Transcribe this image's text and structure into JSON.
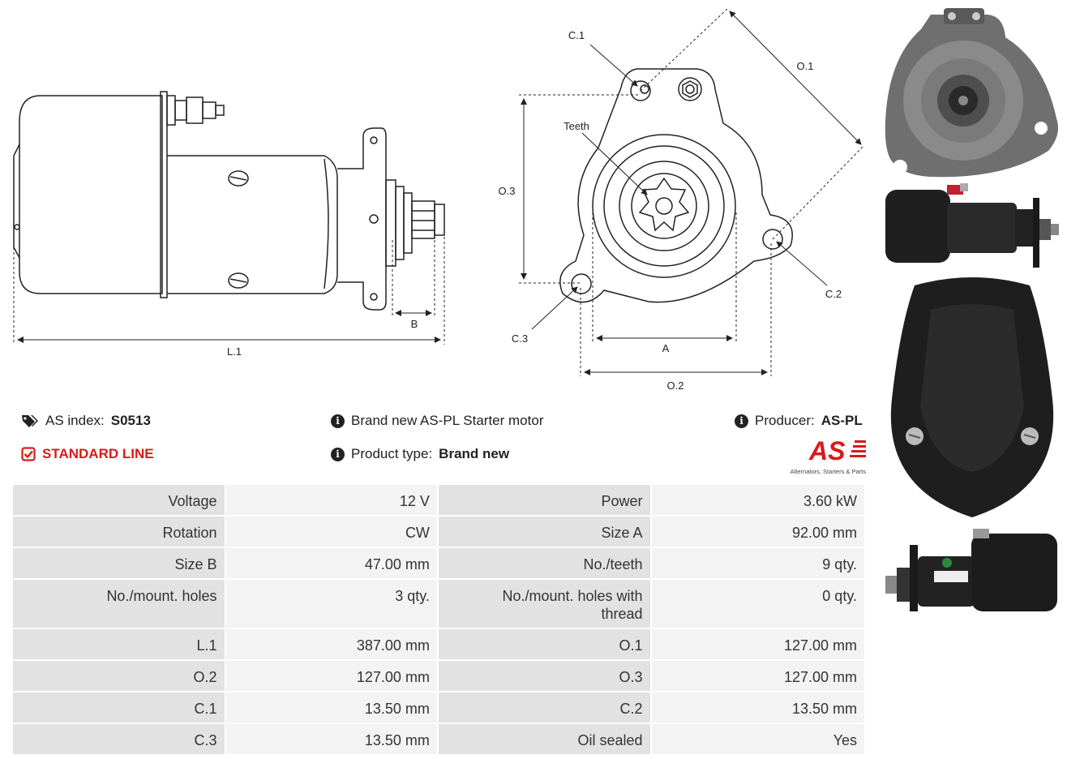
{
  "drawing": {
    "labels": {
      "c1": "C.1",
      "o1": "O.1",
      "teeth": "Teeth",
      "o3": "O.3",
      "c2": "C.2",
      "c3": "C.3",
      "a": "A",
      "o2": "O.2",
      "b": "B",
      "l1": "L.1"
    }
  },
  "info": {
    "as_index_label": "AS index:",
    "as_index_value": "S0513",
    "standard_line": "STANDARD LINE",
    "description": "Brand new AS-PL Starter motor",
    "product_type_label": "Product type:",
    "product_type_value": "Brand new",
    "producer_label": "Producer:",
    "producer_value": "AS-PL"
  },
  "logo": {
    "brand": "AS",
    "tagline": "Alternators, Starters & Parts",
    "color": "#d91a1a"
  },
  "specs": [
    [
      "Voltage",
      "12 V",
      "Power",
      "3.60 kW"
    ],
    [
      "Rotation",
      "CW",
      "Size A",
      "92.00 mm"
    ],
    [
      "Size B",
      "47.00 mm",
      "No./teeth",
      "9 qty."
    ],
    [
      "No./mount. holes",
      "3 qty.",
      "No./mount. holes with thread",
      "0 qty."
    ],
    [
      "L.1",
      "387.00 mm",
      "O.1",
      "127.00 mm"
    ],
    [
      "O.2",
      "127.00 mm",
      "O.3",
      "127.00 mm"
    ],
    [
      "C.1",
      "13.50 mm",
      "C.2",
      "13.50 mm"
    ],
    [
      "C.3",
      "13.50 mm",
      "Oil sealed",
      "Yes"
    ]
  ]
}
